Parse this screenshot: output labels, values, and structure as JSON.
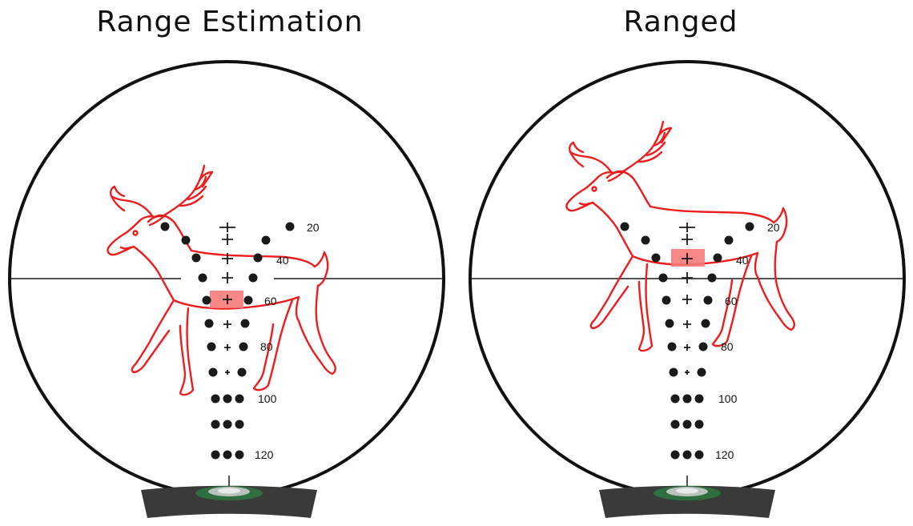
{
  "panels": [
    {
      "title": "Range Estimation",
      "range_labels": [
        "20",
        "40",
        "60",
        "80",
        "100",
        "120"
      ]
    },
    {
      "title": "Ranged",
      "range_labels": [
        "20",
        "40",
        "60",
        "80",
        "100",
        "120"
      ]
    }
  ],
  "colors": {
    "deer_outline": "#ee1c1c",
    "highlight": "#f47a7a",
    "reticle": "#1a1a1a",
    "scope_ring": "#111111",
    "turret": "#3a3a3a"
  }
}
